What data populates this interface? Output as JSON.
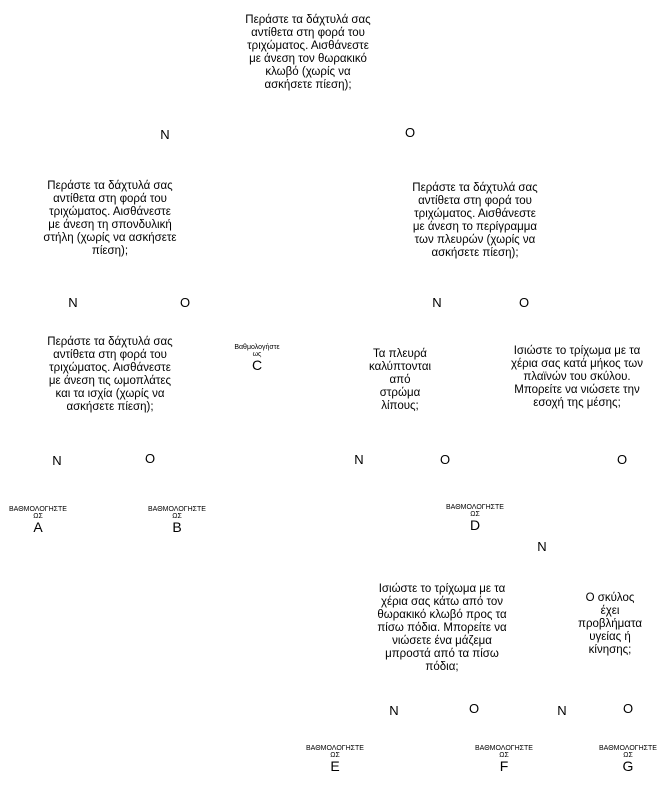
{
  "questions": {
    "q1": "Περάστε τα δάχτυλά σας\nαντίθετα στη φορά του\nτριχώματος. Αισθάνεστε\nμε άνεση τον θωρακικό\nκλωβό (χωρίς να\nασκήσετε πίεση);",
    "q2": "Περάστε τα δάχτυλά σας\nαντίθετα στη φορά του\nτριχώματος. Αισθάνεστε\nμε άνεση τη σπονδυλική\nστήλη (χωρίς να ασκήσετε\nπίεση);",
    "q3": "Περάστε τα δάχτυλά σας\nαντίθετα στη φορά του\nτριχώματος. Αισθάνεστε\nμε άνεση το περίγραμμα\nτων πλευρών (χωρίς να\nασκήσετε πίεση);",
    "q4": "Περάστε τα δάχτυλά σας\nαντίθετα στη φορά του\nτριχώματος. Αισθάνεστε\nμε άνεση τις ωμοπλάτες\nκαι τα ισχία (χωρίς να\nασκήσετε πίεση);",
    "q5": "Τα πλευρά\nκαλύπτονται\nαπό\nστρώμα\nλίπους;",
    "q6": "Ισιώστε το τρίχωμα με τα\nχέρια σας κατά μήκος των\nπλαϊνών του σκύλου.\nΜπορείτε να νιώσετε την\nεσοχή της μέσης;",
    "q7": "Ισιώστε το τρίχωμα με τα\nχέρια σας κάτω από τον\nθωρακικό κλωβό προς τα\nπίσω πόδια. Μπορείτε να\nνιώσετε ένα μάζεμα\nμπροστά από τα πίσω\nπόδια;",
    "q8": "Ο σκύλος\nέχει\nπροβλήματα\nυγείας ή\nκίνησης;"
  },
  "answers": {
    "no": "N",
    "yes": "O"
  },
  "scores": {
    "caption_upper": "ΒΑΘΜΟΛΟΓΗΣΤΕ\nΩΣ",
    "caption_c": "Βαθμολογήστε\nως",
    "A": "A",
    "B": "B",
    "C": "C",
    "D": "D",
    "E": "E",
    "F": "F",
    "G": "G"
  }
}
